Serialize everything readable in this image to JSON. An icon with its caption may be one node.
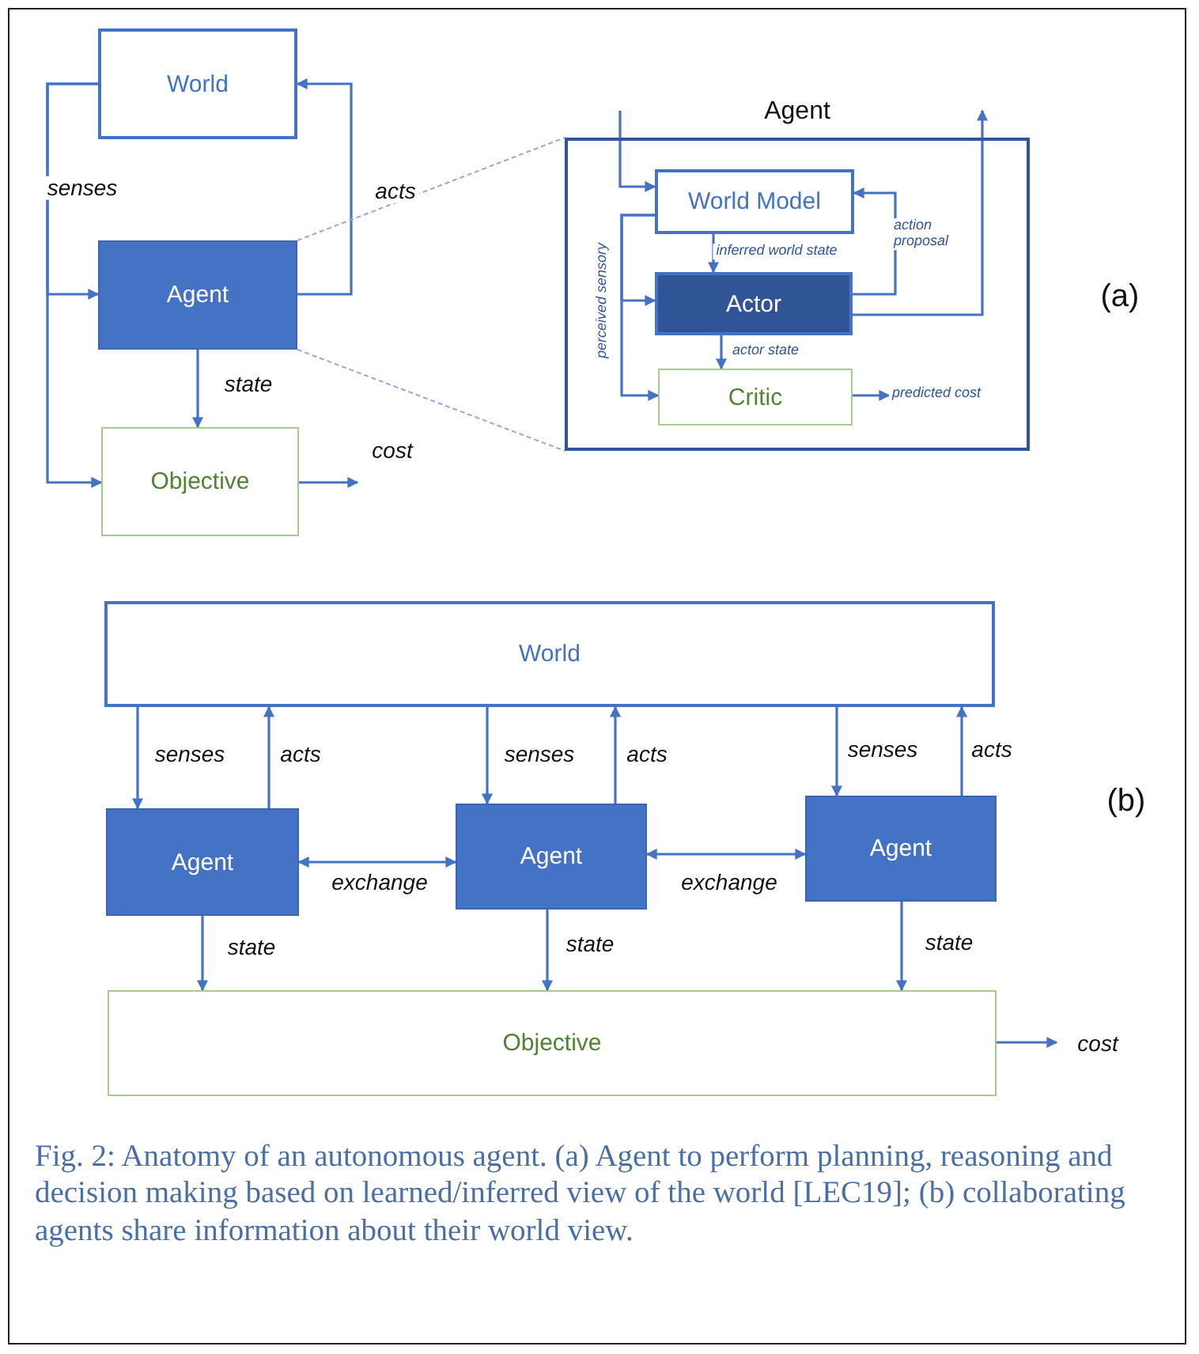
{
  "diagram": {
    "caption": "Fig. 2: Anatomy of an autonomous agent. (a) Agent to perform planning, reasoning and decision making based on learned/inferred view of the world [LEC19]; (b) collaborating agents share information about their world view.",
    "nodes": [
      {
        "text": [
          "World"
        ]
      },
      {
        "text": [
          "Agent"
        ]
      },
      {
        "text": [
          "Objective"
        ]
      },
      {
        "text": [
          "Agent"
        ]
      },
      {
        "text": [
          "World Model"
        ],
        "in": 3
      },
      {
        "text": [
          "Actor"
        ],
        "in": 3
      },
      {
        "text": [
          "Critic"
        ],
        "in": 3
      },
      {
        "text": [
          "World"
        ]
      },
      {
        "text": [
          "Agent"
        ]
      },
      {
        "text": [
          "Agent"
        ]
      },
      {
        "text": [
          "Agent"
        ]
      },
      {
        "text": [
          "Objective"
        ]
      }
    ],
    "edges": [
      {
        "from": 0,
        "to": 1,
        "arrow": "to",
        "label": "senses"
      },
      {
        "from": 0,
        "to": 2,
        "arrow": "to"
      },
      {
        "from": 1,
        "to": 0,
        "arrow": "to",
        "label": "acts"
      },
      {
        "from": 1,
        "to": 2,
        "arrow": "to",
        "label": "state"
      },
      {
        "from": 2,
        "to": null,
        "arrow": "to",
        "label": "cost"
      },
      {
        "from": 1,
        "to": 3,
        "arrow": "none",
        "style": "dashed",
        "color": "#8faadc"
      },
      {
        "from": 1,
        "to": 3,
        "arrow": "none",
        "style": "dashed",
        "color": "#8faadc"
      },
      {
        "from": null,
        "to": 4,
        "arrow": "to"
      },
      {
        "from": 4,
        "to": 5,
        "arrow": "to"
      },
      {
        "from": 4,
        "to": 6,
        "arrow": "to",
        "label": "perceived sensory"
      },
      {
        "from": 4,
        "to": 5,
        "arrow": "to",
        "label": "inferred  world state"
      },
      {
        "from": 5,
        "to": 4,
        "arrow": "to",
        "label": "action proposal"
      },
      {
        "from": 5,
        "to": null,
        "arrow": "to"
      },
      {
        "from": 5,
        "to": 6,
        "arrow": "to",
        "label": "actor state"
      },
      {
        "from": 6,
        "to": null,
        "arrow": "to",
        "label": "predicted cost"
      },
      {
        "from": 7,
        "to": 8,
        "arrow": "to",
        "label": "senses"
      },
      {
        "from": 8,
        "to": 7,
        "arrow": "to",
        "label": "acts"
      },
      {
        "from": 7,
        "to": 9,
        "arrow": "to",
        "label": "senses"
      },
      {
        "from": 9,
        "to": 7,
        "arrow": "to",
        "label": "acts"
      },
      {
        "from": 7,
        "to": 10,
        "arrow": "to",
        "label": "senses"
      },
      {
        "from": 10,
        "to": 7,
        "arrow": "to",
        "label": "acts"
      },
      {
        "from": 8,
        "to": 9,
        "arrow": "both",
        "label": "exchange"
      },
      {
        "from": 9,
        "to": 10,
        "arrow": "both",
        "label": "exchange"
      },
      {
        "from": 8,
        "to": 11,
        "arrow": "to",
        "label": "state"
      },
      {
        "from": 9,
        "to": 11,
        "arrow": "to",
        "label": "state"
      },
      {
        "from": 10,
        "to": 11,
        "arrow": "to",
        "label": "state"
      },
      {
        "from": 11,
        "to": null,
        "arrow": "to",
        "label": "cost"
      }
    ],
    "labels": [
      "(a)",
      "(b)"
    ]
  }
}
